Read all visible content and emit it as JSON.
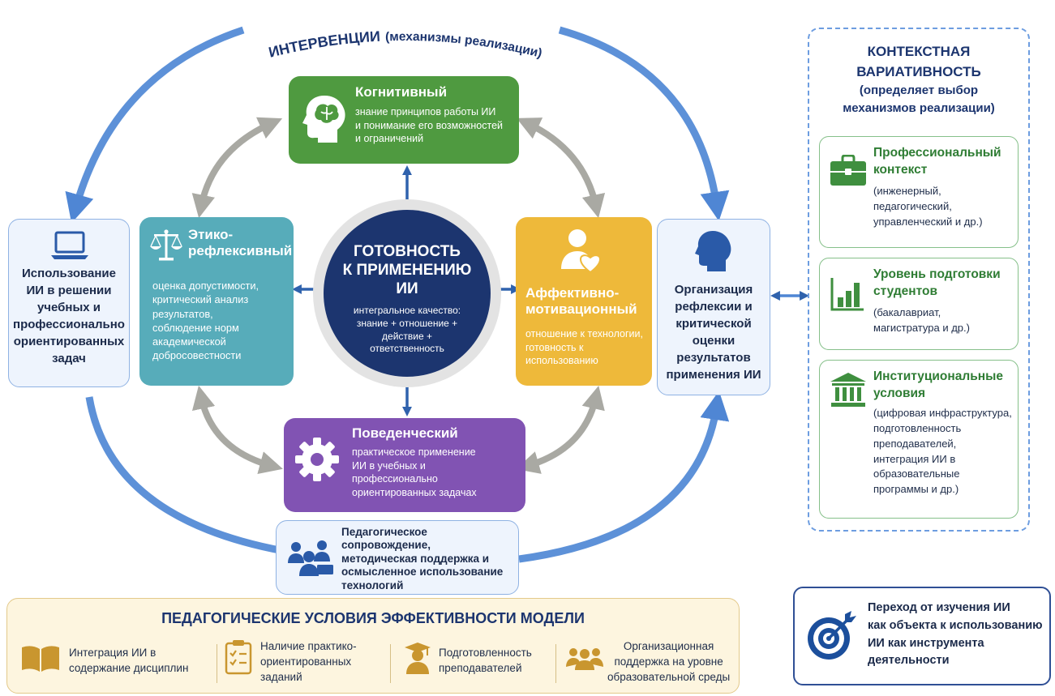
{
  "colors": {
    "green": "#4f9a40",
    "teal": "#57acba",
    "navy": "#1c356f",
    "gold": "#eeb93a",
    "purple": "#8153b3",
    "ring": "#5d91d8",
    "gray_arrow": "#a9a9a3",
    "blue_arrow": "#2f62ad"
  },
  "ring_title": {
    "main": "ИНТЕРВЕНЦИИ",
    "sub": "(механизмы реализации)"
  },
  "center": {
    "title": [
      "ГОТОВНОСТЬ",
      "К ПРИМЕНЕНИЮ",
      "ИИ"
    ],
    "desc": [
      "интегральное качество:",
      "знание + отношение +",
      "действие +",
      "ответственность"
    ]
  },
  "cognitive": {
    "title": "Когнитивный",
    "desc": [
      "знание принципов работы ИИ",
      "и понимание его возможностей",
      "и ограничений"
    ],
    "icon": "head-brain-icon"
  },
  "ethical": {
    "title": [
      "Этико-",
      "рефлексивный"
    ],
    "desc": [
      "оценка допустимости,",
      "критический анализ",
      "результатов,",
      "соблюдение норм",
      "академической",
      "добросовестности"
    ],
    "icon": "scales-icon"
  },
  "affective": {
    "title": [
      "Аффективно-",
      "мотивационный"
    ],
    "desc": [
      "отношение к технологии,",
      "готовность к",
      "использованию"
    ],
    "icon": "person-heart-icon"
  },
  "behavioral": {
    "title": "Поведенческий",
    "desc": [
      "практическое применение",
      "ИИ в учебных и",
      "профессионально",
      "ориентированных задачах"
    ],
    "icon": "gear-icon"
  },
  "left_box": {
    "text": [
      "Использование",
      "ИИ в решении",
      "учебных и",
      "профессионально",
      "ориентированных",
      "задач"
    ],
    "icon": "laptop-icon"
  },
  "right_box": {
    "text": [
      "Организация",
      "рефлексии и",
      "критической",
      "оценки",
      "результатов",
      "применения ИИ"
    ],
    "icon": "head-silhouette-icon"
  },
  "bottom_box": {
    "text": [
      "Педагогическое",
      "сопровождение,",
      "методическая поддержка и",
      "осмысленное использование",
      "технологий"
    ],
    "icon": "group-icon"
  },
  "context": {
    "header": [
      "КОНТЕКСТНАЯ",
      "ВАРИАТИВНОСТЬ",
      "(определяет выбор",
      "механизмов реализации)"
    ],
    "items": [
      {
        "title": [
          "Профессиональный",
          "контекст"
        ],
        "desc": [
          "(инженерный,",
          "педагогический,",
          "управленческий и др.)"
        ],
        "icon": "briefcase-icon"
      },
      {
        "title": [
          "Уровень подготовки",
          "студентов"
        ],
        "desc": [
          "(бакалавриат,",
          "магистратура и др.)"
        ],
        "icon": "bar-chart-icon"
      },
      {
        "title": [
          "Институциональные",
          "условия"
        ],
        "desc": [
          "(цифровая инфраструктура,",
          "подготовленность",
          "преподавателей,",
          "интеграция ИИ в",
          "образовательные",
          "программы и др.)"
        ],
        "icon": "institution-icon"
      }
    ]
  },
  "conditions": {
    "title": "ПЕДАГОГИЧЕСКИЕ УСЛОВИЯ ЭФФЕКТИВНОСТИ МОДЕЛИ",
    "items": [
      {
        "text": [
          "Интеграция ИИ в",
          "содержание дисциплин"
        ],
        "icon": "book-icon"
      },
      {
        "text": [
          "Наличие практико-",
          "ориентированных",
          "заданий"
        ],
        "icon": "clipboard-icon"
      },
      {
        "text": [
          "Подготовленность",
          "преподавателей"
        ],
        "icon": "teacher-icon"
      },
      {
        "text": [
          "Организационная",
          "поддержка на уровне",
          "образовательной среды"
        ],
        "icon": "people-icon"
      }
    ]
  },
  "goal": {
    "text": [
      "Переход от изучения ИИ",
      "как объекта к использованию",
      "ИИ как инструмента",
      "деятельности"
    ],
    "icon": "target-icon"
  }
}
